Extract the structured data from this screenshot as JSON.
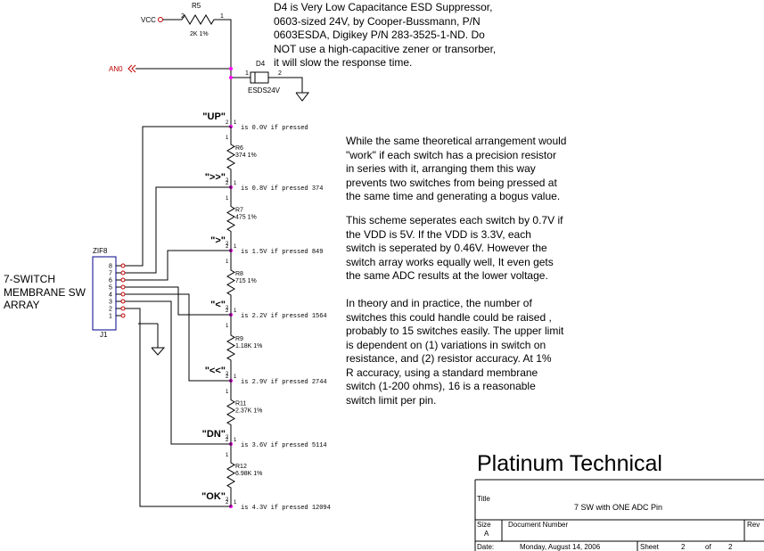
{
  "note_d4": "D4 is Very Low Capacitance ESD Suppressor,\n0603-sized 24V, by Cooper-Bussmann, P/N\n0603ESDA, Digikey P/N 283-3525-1-ND. Do\nNOT use a high-capacitive zener or transorber,\nit will slow the response time.",
  "note_arrangement": "While the same theoretical arrangement would\n\"work\" if each switch has a precision resistor\nin series with it, arranging them this way\nprevents two switches from being pressed at\nthe same time and generating a bogus value.",
  "note_scheme": "This scheme seperates each switch by 0.7V if\nthe VDD is 5V. If the VDD is 3.3V, each\nswitch is seperated by 0.46V. However the\nswitch array works equally well, It even gets\nthe same ADC results at the lower voltage.",
  "note_theory": "In theory and in practice, the number of\nswitches this could handle could be raised ,\nprobably to 15 switches easily. The upper limit\nis dependent on (1) variations in switch on\nresistance, and (2) resistor accuracy. At 1%\nR accuracy, using a standard membrane\nswitch (1-200 ohms), 16 is a reasonable\nswitch limit per pin.",
  "array_label": "7-SWITCH\nMEMBRANE SW\nARRAY",
  "vcc_label": "VCC",
  "an0_label": "AN0",
  "r5": {
    "ref": "R5",
    "value": "2K 1%",
    "pin2": "2",
    "pin1": "1"
  },
  "d4": {
    "ref": "D4",
    "part": "ESDS24V",
    "pin1": "1",
    "pin2": "2"
  },
  "connector": {
    "ref_top": "ZIF8",
    "ref_bottom": "J1",
    "pins": [
      "8",
      "7",
      "6",
      "5",
      "4",
      "3",
      "2",
      "1"
    ]
  },
  "switches": [
    {
      "name": "\"UP\"",
      "note": "is 0.0V if pressed"
    },
    {
      "name": "\">>\"",
      "note": "is 0.8V if pressed 374"
    },
    {
      "name": "\">\"",
      "note": "is 1.5V if pressed 849"
    },
    {
      "name": "\"<\"",
      "note": "is 2.2V if pressed 1564"
    },
    {
      "name": "\"<<\"",
      "note": "is 2.9V if pressed 2744"
    },
    {
      "name": "\"DN\"",
      "note": "is 3.6V if pressed 5114"
    },
    {
      "name": "\"OK\"",
      "note": "is 4.3V if pressed 12094"
    }
  ],
  "switch_pins": {
    "top": "2",
    "bottom": "1"
  },
  "resistors": [
    {
      "ref": "R6",
      "value": "374 1%"
    },
    {
      "ref": "R7",
      "value": "475 1%"
    },
    {
      "ref": "R8",
      "value": "715 1%"
    },
    {
      "ref": "R9",
      "value": "1.18K 1%"
    },
    {
      "ref": "R11",
      "value": "2.37K 1%"
    },
    {
      "ref": "R12",
      "value": "6.98K 1%"
    }
  ],
  "resistor_pins": {
    "top": "1",
    "bottom": "2"
  },
  "title_block": {
    "company": "Platinum Technical",
    "title_label": "Title",
    "title": "7 SW with ONE ADC Pin",
    "size_label": "Size",
    "size": "A",
    "docnum_label": "Document Number",
    "rev_label": "Rev",
    "date_label": "Date:",
    "date": "Monday, August 14, 2006",
    "sheet_label": "Sheet",
    "sheet": "2",
    "of_label": "of",
    "sheet_total": "2"
  }
}
